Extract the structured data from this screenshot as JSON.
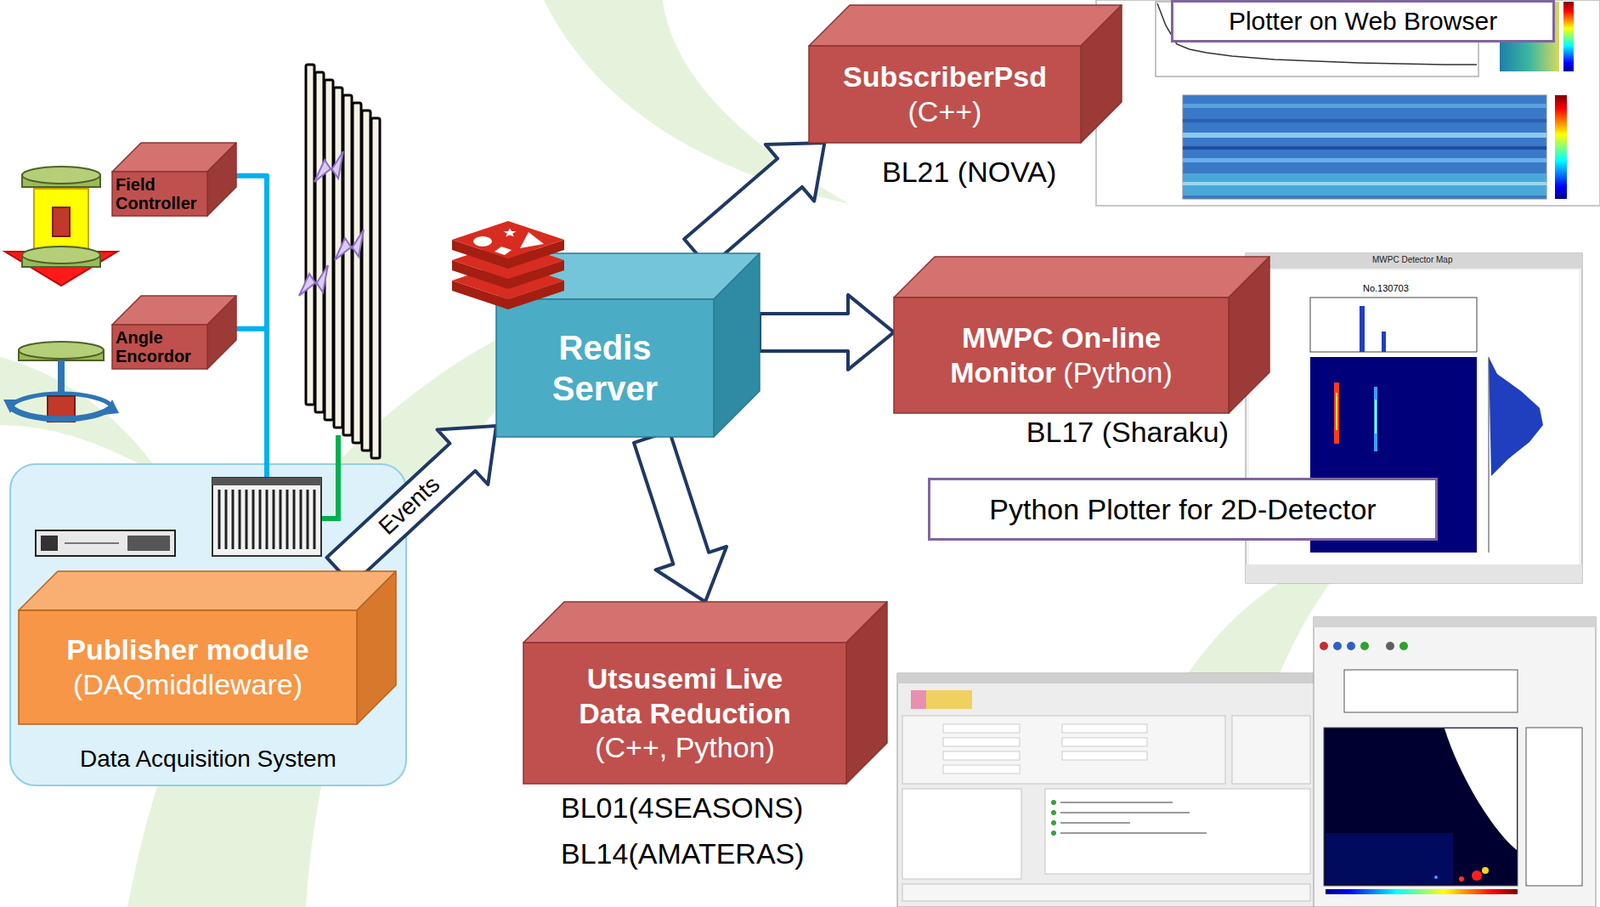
{
  "diagram": {
    "nodes": [
      {
        "text": [
          "Plotter on Web Browser"
        ]
      },
      {
        "text": [
          "SubscriberPsd",
          "(C++)",
          "BL21 (NOVA)"
        ]
      },
      {
        "text": [
          "Field Controller"
        ]
      },
      {
        "text": [
          "Angle Encordor"
        ]
      },
      {
        "text": [
          "Redis Server"
        ]
      },
      {
        "text": [
          "MWPC On-line Monitor",
          "(Python)",
          "BL17 (Sharaku)"
        ]
      },
      {
        "text": [
          "Python Plotter for 2D-Detector"
        ]
      },
      {
        "text": [
          "Data Acquisition System"
        ]
      },
      {
        "text": [
          "Publisher module",
          "(DAQmiddleware)"
        ],
        "in": 7
      },
      {
        "text": [
          "Utsusemi Live Data Reduction",
          "(C++, Python)",
          "BL01(4SEASONS)",
          "BL14(AMATERAS)"
        ]
      }
    ],
    "edges": [
      {
        "from": 2,
        "to": 7,
        "arrow": "none"
      },
      {
        "from": 3,
        "to": 7,
        "arrow": "none"
      },
      {
        "from": 8,
        "to": 4,
        "label": "Events",
        "arrow": "to"
      },
      {
        "from": 4,
        "to": 1,
        "arrow": "to"
      },
      {
        "from": 4,
        "to": 5,
        "arrow": "to"
      },
      {
        "from": 4,
        "to": 9,
        "arrow": "to"
      }
    ],
    "labels": [
      "MWPC Detector Map",
      "No.130703"
    ]
  }
}
